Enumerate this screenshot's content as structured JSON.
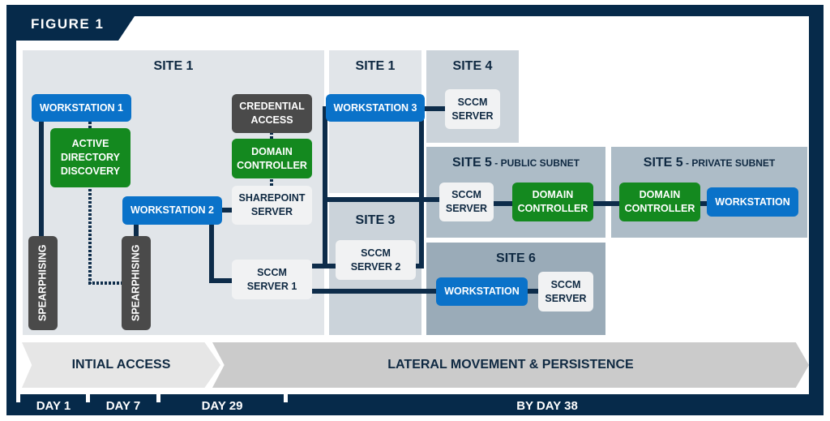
{
  "figure_label": "FIGURE 1",
  "colors": {
    "frame": "#062a4a",
    "workstation": "#0a72c9",
    "domain_controller": "#14891f",
    "technique": "#4a4a4a",
    "server": "#f1f2f3",
    "connector": "#0d2c4a"
  },
  "sites": {
    "site1_main": {
      "title": "SITE 1"
    },
    "site1_right": {
      "title": "SITE 1"
    },
    "site4": {
      "title": "SITE 4"
    },
    "site5_public": {
      "title": "SITE 5",
      "subtitle": " - PUBLIC SUBNET"
    },
    "site5_private": {
      "title": "SITE 5",
      "subtitle": " - PRIVATE SUBNET"
    },
    "site3": {
      "title": "SITE 3"
    },
    "site6": {
      "title": "SITE 6"
    }
  },
  "nodes": {
    "workstation1": "WORKSTATION 1",
    "ad_discovery": "ACTIVE DIRECTORY DISCOVERY",
    "spearphising1": "SPEARPHISING",
    "spearphising2": "SPEARPHISING",
    "workstation2": "WORKSTATION 2",
    "credential_access": "CREDENTIAL ACCESS",
    "domain_controller_s1": "DOMAIN CONTROLLER",
    "sharepoint_server": "SHAREPOINT SERVER",
    "sccm_server1": "SCCM SERVER 1",
    "workstation3": "WORKSTATION 3",
    "sccm_server_s4": "SCCM SERVER",
    "sccm_server_s5": "SCCM SERVER",
    "domain_controller_s5_public": "DOMAIN CONTROLLER",
    "domain_controller_s5_private": "DOMAIN CONTROLLER",
    "workstation_s5": "WORKSTATION",
    "sccm_server2": "SCCM SERVER 2",
    "workstation_s6": "WORKSTATION",
    "sccm_server_s6": "SCCM SERVER"
  },
  "phases": {
    "initial_access": "INTIAL ACCESS",
    "lateral": "LATERAL MOVEMENT & PERSISTENCE"
  },
  "timeline": {
    "day1": "DAY 1",
    "day7": "DAY 7",
    "day29": "DAY 29",
    "day38": "BY DAY 38"
  }
}
